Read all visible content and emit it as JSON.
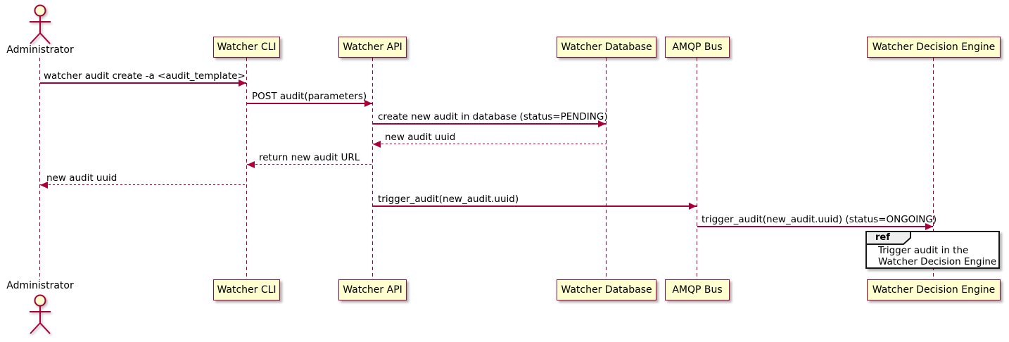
{
  "diagram": {
    "kind": "sequence-diagram",
    "colors": {
      "participant_fill": "#FEFECE",
      "participant_border": "#A80036",
      "lifeline": "#A80036",
      "arrow": "#A80036",
      "message_text": "#000000",
      "ref_border": "#181818",
      "ref_header_fill": "#EEEEEE",
      "background": "#FFFFFF"
    },
    "participants": [
      {
        "name": "Administrator",
        "kind": "actor"
      },
      {
        "name": "Watcher CLI",
        "kind": "box"
      },
      {
        "name": "Watcher API",
        "kind": "box"
      },
      {
        "name": "Watcher Database",
        "kind": "box"
      },
      {
        "name": "AMQP Bus",
        "kind": "box"
      },
      {
        "name": "Watcher Decision Engine",
        "kind": "box"
      }
    ],
    "messages": [
      {
        "from": "Administrator",
        "to": "Watcher CLI",
        "style": "solid",
        "label": "watcher audit create -a <audit_template>"
      },
      {
        "from": "Watcher CLI",
        "to": "Watcher API",
        "style": "solid",
        "label": "POST audit(parameters)"
      },
      {
        "from": "Watcher API",
        "to": "Watcher Database",
        "style": "solid",
        "label": "create new audit in database (status=PENDING)"
      },
      {
        "from": "Watcher Database",
        "to": "Watcher API",
        "style": "dashed",
        "label": "new audit uuid"
      },
      {
        "from": "Watcher API",
        "to": "Watcher CLI",
        "style": "dashed",
        "label": "return new audit URL"
      },
      {
        "from": "Watcher CLI",
        "to": "Administrator",
        "style": "dashed",
        "label": "new audit uuid"
      },
      {
        "from": "Watcher API",
        "to": "AMQP Bus",
        "style": "solid",
        "label": "trigger_audit(new_audit.uuid)"
      },
      {
        "from": "AMQP Bus",
        "to": "Watcher Decision Engine",
        "style": "solid",
        "label": "trigger_audit(new_audit.uuid) (status=ONGOING)"
      }
    ],
    "ref": {
      "keyword": "ref",
      "over": "Watcher Decision Engine",
      "lines": [
        "Trigger audit in the",
        "Watcher Decision Engine"
      ]
    }
  }
}
